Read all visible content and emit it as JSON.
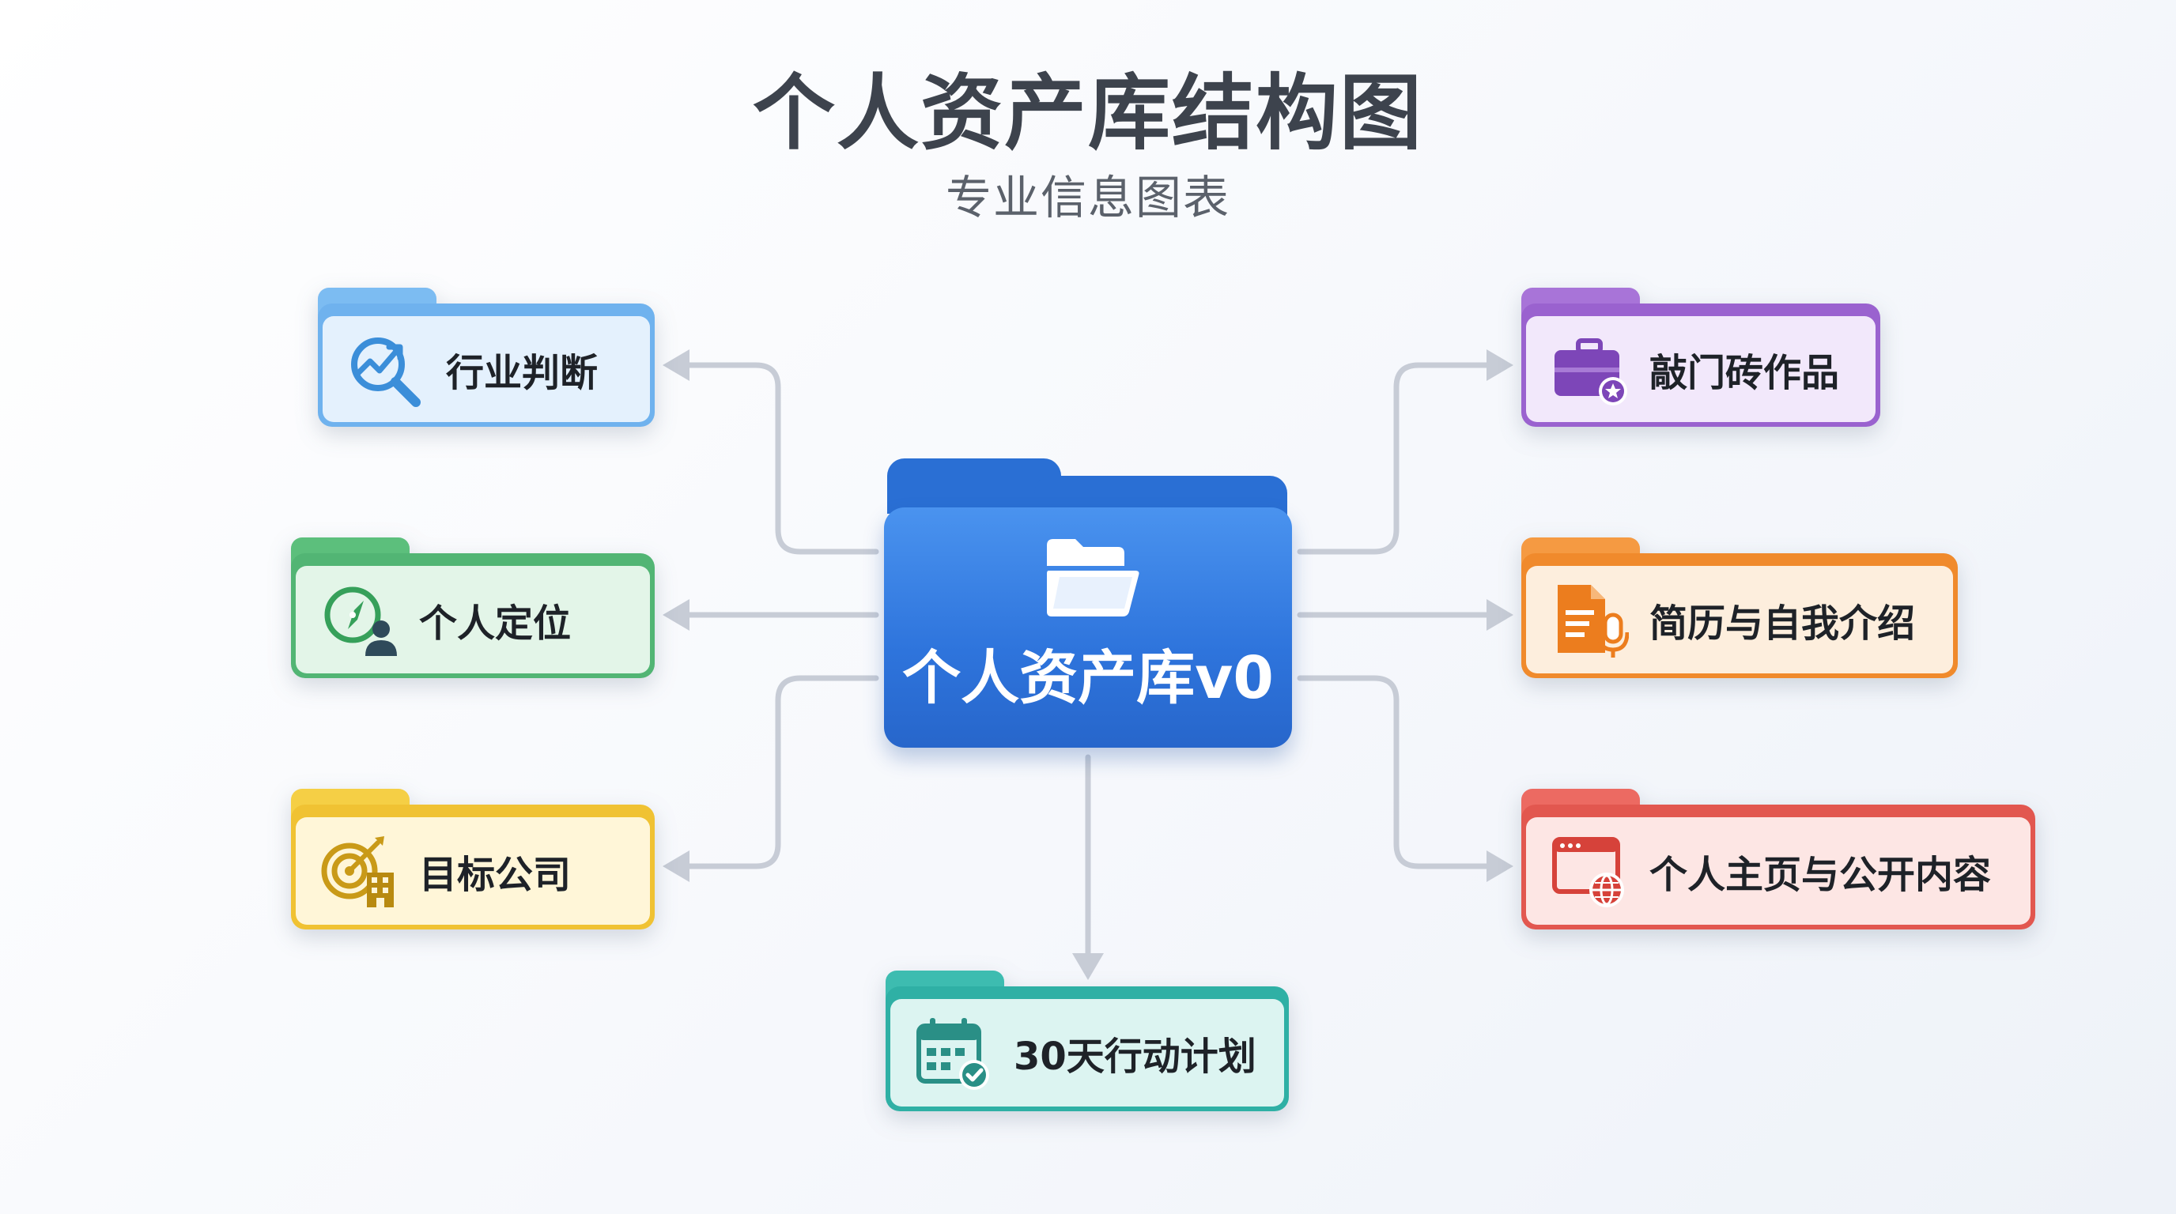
{
  "header": {
    "title": "个人资产库结构图",
    "subtitle": "专业信息图表"
  },
  "center": {
    "label": "个人资产库v0",
    "icon": "open-folder-icon",
    "color": "#2e74dc"
  },
  "nodes": [
    {
      "id": "industry",
      "label": "行业判断",
      "icon": "trend-magnifier-icon",
      "color": "#4a9ee6",
      "fill": "#e4f1fd"
    },
    {
      "id": "positioning",
      "label": "个人定位",
      "icon": "compass-person-icon",
      "color": "#46b06a",
      "fill": "#e3f5e8"
    },
    {
      "id": "target",
      "label": "目标公司",
      "icon": "target-building-icon",
      "color": "#f0c233",
      "fill": "#fff6d8"
    },
    {
      "id": "portfolio",
      "label": "敲门砖作品",
      "icon": "briefcase-star-icon",
      "color": "#9a62cf",
      "fill": "#f2e8fb"
    },
    {
      "id": "resume",
      "label": "简历与自我介绍",
      "icon": "document-microphone-icon",
      "color": "#f08a2c",
      "fill": "#fdeedd"
    },
    {
      "id": "homepage",
      "label": "个人主页与公开内容",
      "icon": "browser-globe-icon",
      "color": "#e2574f",
      "fill": "#fde6e4"
    },
    {
      "id": "plan",
      "label": "30天行动计划",
      "icon": "calendar-check-icon",
      "color": "#2fb0a5",
      "fill": "#dcf4f1"
    }
  ],
  "connector_color": "#c7ccd6"
}
